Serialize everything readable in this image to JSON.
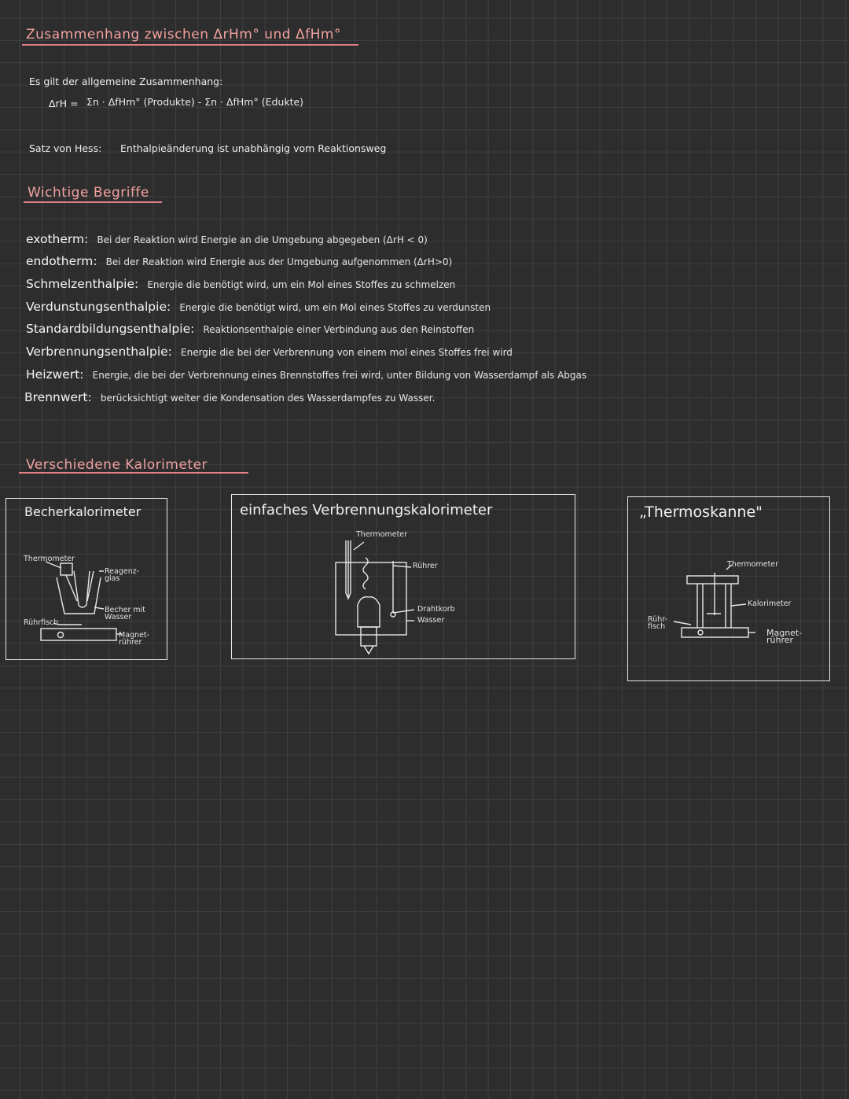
{
  "section1": {
    "heading": "Zusammenhang zwischen ΔrHm° und ΔfHm°",
    "intro": "Es gilt der allgemeine Zusammenhang:",
    "formula_lhs": "ΔrH =",
    "formula_rhs": "Σn · ΔfHm° (Produkte)  -  Σn · ΔfHm° (Edukte)",
    "hess_label": "Satz von Hess:",
    "hess_text": "Enthalpieänderung ist unabhängig vom Reaktionsweg"
  },
  "section2": {
    "heading": "Wichtige Begriffe",
    "terms": [
      {
        "term": "exotherm:",
        "definition": "Bei der Reaktion wird Energie an die Umgebung abgegeben     (ΔrH < 0)"
      },
      {
        "term": "endotherm:",
        "definition": "Bei der Reaktion wird Energie aus der Umgebung aufgenommen  (ΔrH>0)"
      },
      {
        "term": "Schmelzenthalpie:",
        "definition": "Energie die benötigt wird, um ein Mol eines Stoffes zu schmelzen"
      },
      {
        "term": "Verdunstungsenthalpie:",
        "definition": "Energie die benötigt wird, um ein Mol eines Stoffes zu verdunsten"
      },
      {
        "term": "Standardbildungsenthalpie:",
        "definition": "Reaktionsenthalpie einer Verbindung aus den Reinstoffen"
      },
      {
        "term": "Verbrennungsenthalpie:",
        "definition": "Energie die bei der Verbrennung von einem mol eines Stoffes frei wird"
      },
      {
        "term": "Heizwert:",
        "definition": "Energie, die bei der Verbrennung eines Brennstoffes frei wird, unter Bildung von Wasserdampf als Abgas"
      },
      {
        "term": "Brennwert:",
        "definition": "berücksichtigt weiter die Kondensation des Wasserdampfes zu Wasser."
      }
    ]
  },
  "section3": {
    "heading": "Verschiedene Kalorimeter",
    "calorimeters": [
      {
        "title": "Becherkalorimeter",
        "labels": {
          "thermometer": "Thermometer",
          "glass": "Reagenz-\nglas",
          "beaker": "Becher mit\nWasser",
          "stirbar": "Rührfisch",
          "stirrer": "Magnet-\nrührer"
        }
      },
      {
        "title": "einfaches Verbrennungskalorimeter",
        "labels": {
          "thermometer": "Thermometer",
          "stirrer": "Rührer",
          "basket": "Drahtkorb",
          "water": "Wasser"
        }
      },
      {
        "title": "„Thermoskanne\"",
        "labels": {
          "thermometer": "Thermometer",
          "calorimeter": "Kalorimeter",
          "stirbar": "Rühr-\nfisch",
          "stirrer": "Magnet-\nrührer"
        }
      }
    ]
  }
}
